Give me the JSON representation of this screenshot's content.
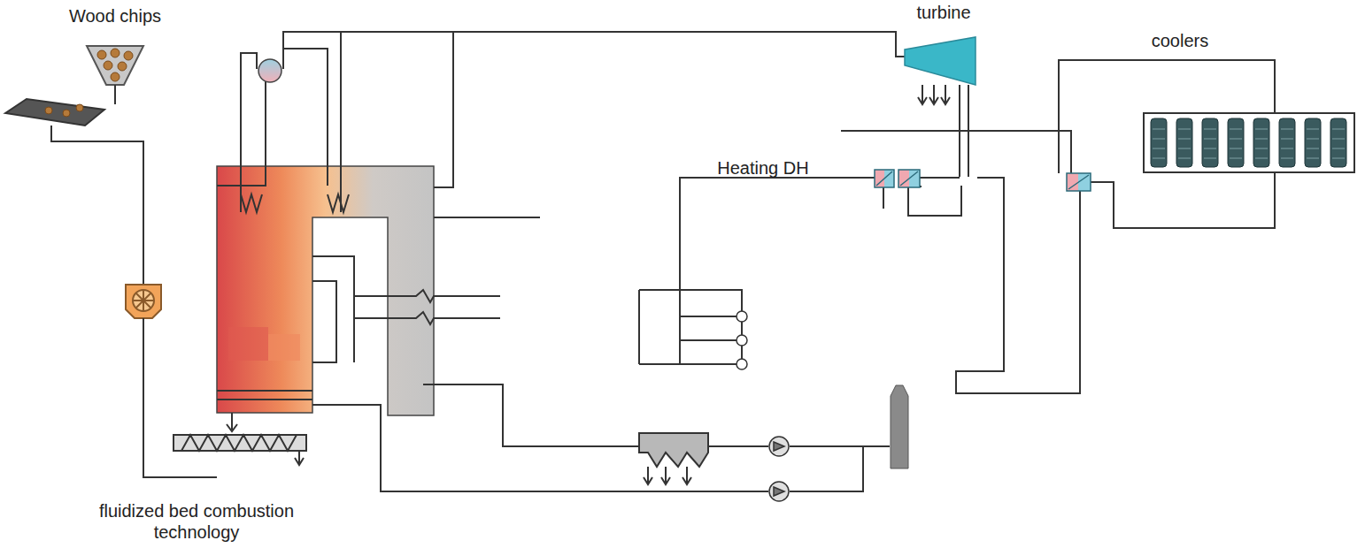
{
  "diagram": {
    "labels": [
      "Wood chips",
      "turbine",
      "coolers",
      "Heating DH",
      "fluidized bed combustion technology"
    ]
  }
}
